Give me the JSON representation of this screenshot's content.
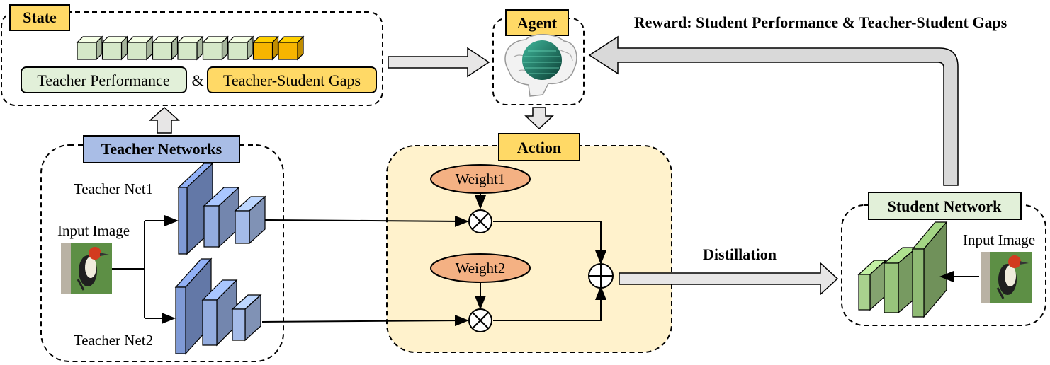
{
  "state": {
    "title": "State",
    "teacher_performance": "Teacher Performance",
    "ampersand": "&",
    "teacher_student_gaps": "Teacher-Student Gaps"
  },
  "agent": {
    "title": "Agent"
  },
  "reward_label": "Reward: Student Performance & Teacher-Student Gaps",
  "action": {
    "title": "Action",
    "weight1": "Weight1",
    "weight2": "Weight2"
  },
  "teacher_networks": {
    "title": "Teacher Networks",
    "net1_label": "Teacher Net1",
    "net2_label": "Teacher Net2",
    "input_label": "Input Image"
  },
  "distillation_label": "Distillation",
  "student_network": {
    "title": "Student Network",
    "input_label": "Input Image"
  },
  "colors": {
    "state_vector_green": "#d5e8c8",
    "state_vector_orange": "#f7b500",
    "label_yellow": "#ffd966",
    "teacher_title_blue": "#a9bde6",
    "teacher_block_blue": "#7f9ad6",
    "student_title_green": "#e2f0d9",
    "student_block_green": "#a9d18e",
    "action_bg": "#fff2cc",
    "weight_fill": "#f4b183",
    "arrow_gray": "#d9d9d9"
  }
}
